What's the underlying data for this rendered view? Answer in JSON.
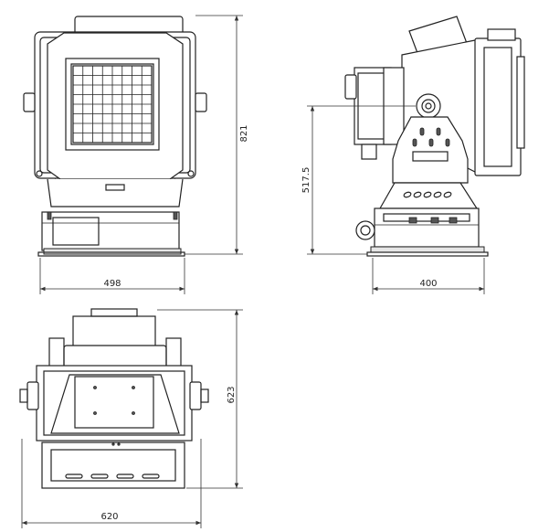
{
  "dimensions": {
    "front_height": "821",
    "front_width": "498",
    "side_height": "517.5",
    "side_width": "400",
    "top_height": "623",
    "top_width": "620"
  }
}
